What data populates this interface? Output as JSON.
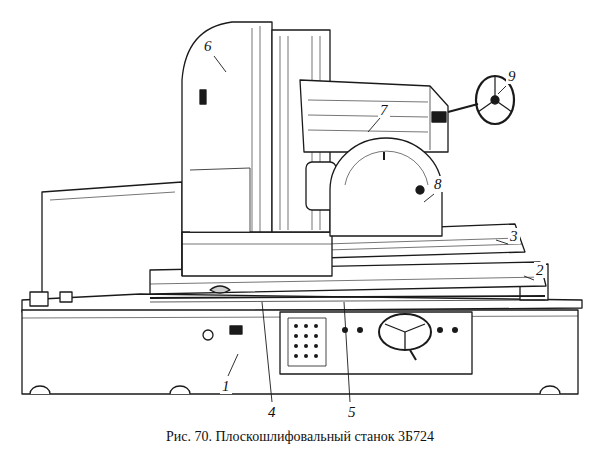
{
  "diagram": {
    "caption": "Рис. 70. Плоскошлифовальный станок 3Б724",
    "labels": [
      "6",
      "7",
      "9",
      "8",
      "3",
      "2",
      "1",
      "4",
      "5"
    ]
  }
}
